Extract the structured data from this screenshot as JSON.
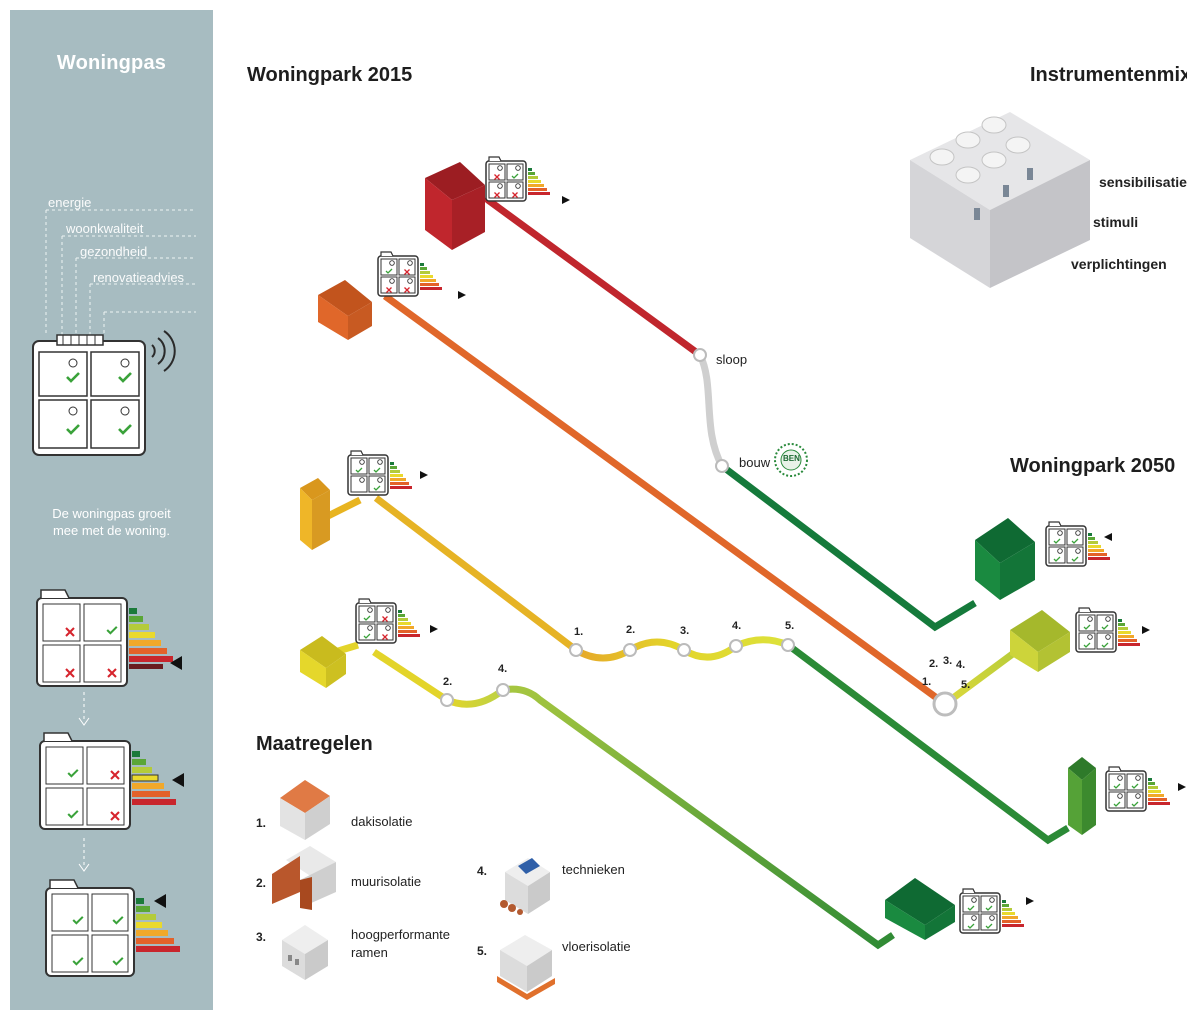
{
  "sidebar": {
    "title": "Woningpas",
    "items": [
      "energie",
      "woonkwaliteit",
      "gezondheid",
      "renovatieadvies"
    ],
    "text": [
      "De woningpas groeit",
      "mee met de woning."
    ]
  },
  "headers": {
    "left": "Woningpark 2015",
    "right_top": "Instrumentenmix",
    "right_mid": "Woningpark 2050"
  },
  "instruments": [
    "sensibilisatie",
    "stimuli",
    "verplichtingen"
  ],
  "path_labels": {
    "sloop": "sloop",
    "bouw": "bouw",
    "ben": "BEN"
  },
  "steps": {
    "yellow_orange": [
      "1.",
      "2.",
      "3.",
      "4.",
      "5."
    ],
    "yellow": [
      "2.",
      "4."
    ],
    "orange": [
      "1.",
      "2.",
      "3.",
      "4.",
      "5."
    ]
  },
  "maatregelen": {
    "title": "Maatregelen",
    "items": [
      {
        "num": "1.",
        "label": "dakisolatie"
      },
      {
        "num": "2.",
        "label": "muurisolatie"
      },
      {
        "num": "3.",
        "label_lines": [
          "hoogperformante",
          "ramen"
        ]
      },
      {
        "num": "4.",
        "label": "technieken"
      },
      {
        "num": "5.",
        "label": "vloerisolatie"
      }
    ]
  },
  "colors": {
    "sidebar": "#a7bcc1",
    "red": "#c0262d",
    "orange": "#e0672a",
    "yellow_orange": "#e8b420",
    "yellow": "#e3d42a",
    "lime": "#c9d245",
    "green_dark": "#157a3b",
    "green_mid": "#3f8f2e",
    "green_light": "#6aa640",
    "grey": "#c8c8c8"
  }
}
